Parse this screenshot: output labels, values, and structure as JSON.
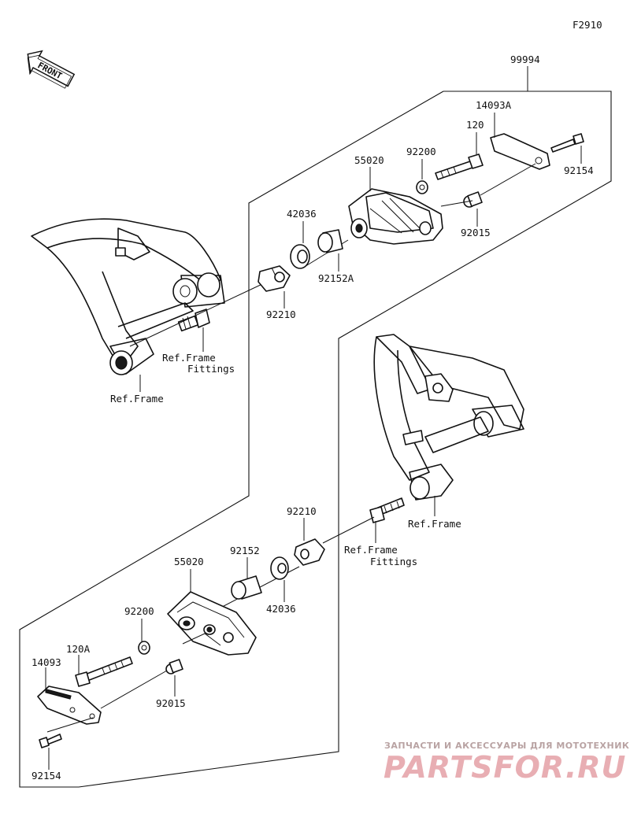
{
  "figure_code": "F2910",
  "front_label": "FRONT",
  "parts": {
    "p99994": "99994",
    "p14093a": "14093A",
    "p120": "120",
    "p92200_upper": "92200",
    "p55020_upper": "55020",
    "p92154_upper": "92154",
    "p42036_upper": "42036",
    "p92015_upper": "92015",
    "p92152a": "92152A",
    "p92210_upper": "92210",
    "p92210_lower": "92210",
    "p92152": "92152",
    "p55020_lower": "55020",
    "p42036_lower": "42036",
    "p92200_lower": "92200",
    "p120a": "120A",
    "p14093": "14093",
    "p92015_lower": "92015",
    "p92154_lower": "92154"
  },
  "refs": {
    "ref_frame_fittings_upper_1": "Ref.Frame",
    "ref_frame_fittings_upper_2": "Fittings",
    "ref_frame_upper": "Ref.Frame",
    "ref_frame_lower": "Ref.Frame",
    "ref_frame_fittings_lower_1": "Ref.Frame",
    "ref_frame_fittings_lower_2": "Fittings"
  },
  "watermark": {
    "top": "ЗАПЧАСТИ И АКСЕССУАРЫ ДЛЯ МОТОТЕХНИКИ",
    "brand": "PARTSFOR.RU"
  }
}
